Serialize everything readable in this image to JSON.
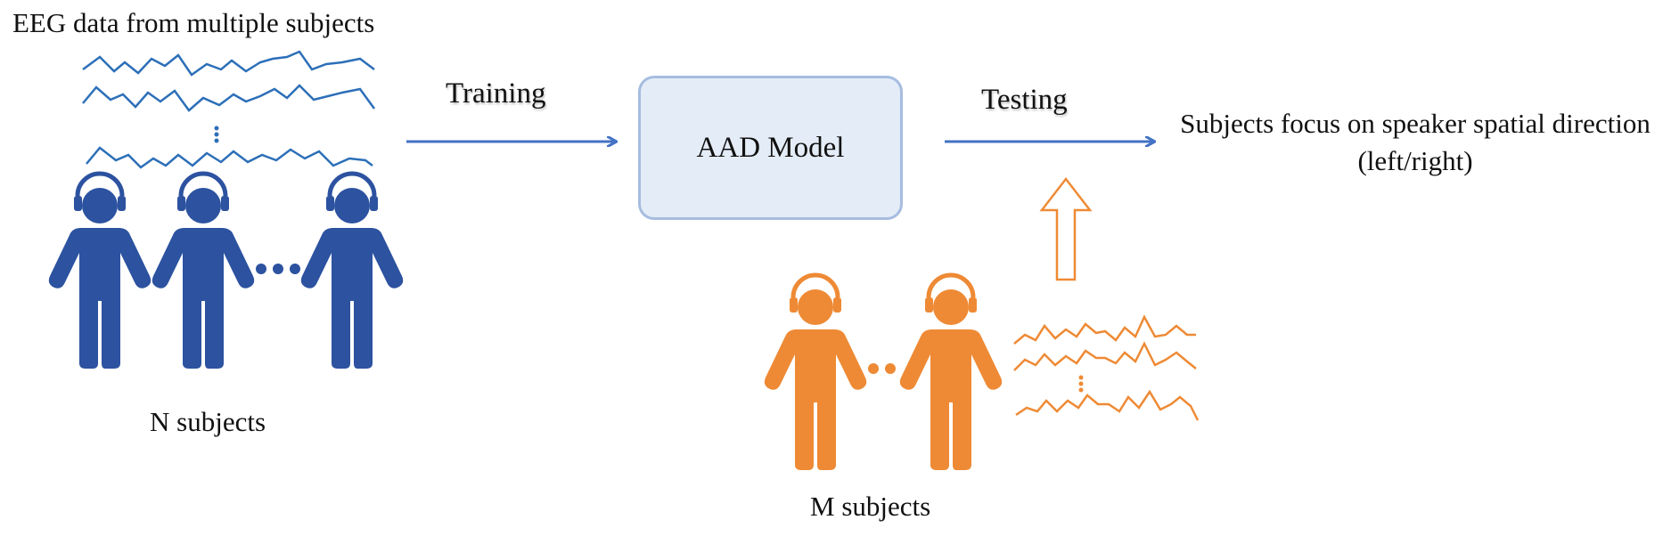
{
  "diagram": {
    "title": "EEG data from multiple subjects",
    "n_subjects_label": "N subjects",
    "m_subjects_label": "M subjects",
    "training_label": "Training",
    "testing_label": "Testing",
    "model_label": "AAD Model",
    "output_text": "Subjects focus on speaker spatial direction (left/right)"
  },
  "colors": {
    "training_group": "#2c52a0",
    "testing_group": "#ee8a35",
    "arrow": "#4472c4",
    "model_fill": "#e4ecf7",
    "model_border": "#a6bde0"
  },
  "icons": [
    "headphone-person-icon",
    "eeg-wave-icon",
    "ellipsis-dots-icon",
    "hollow-up-arrow-icon",
    "right-arrow-icon"
  ]
}
